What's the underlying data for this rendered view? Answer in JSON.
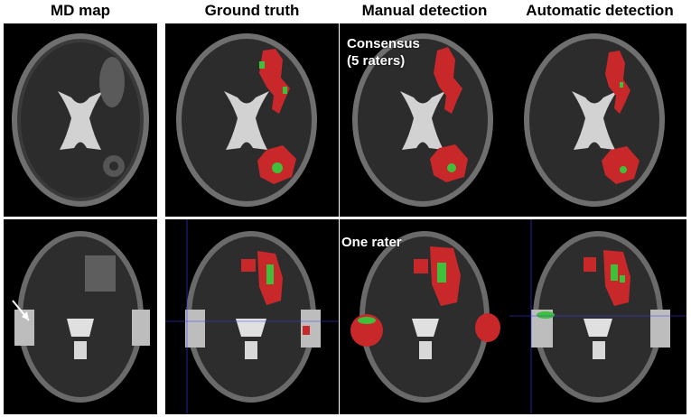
{
  "columns": [
    {
      "title": "MD map"
    },
    {
      "title": "Ground truth"
    },
    {
      "title": "Manual detection"
    },
    {
      "title": "Automatic detection"
    }
  ],
  "rows": [
    {
      "overlay_label_line1": "Consensus",
      "overlay_label_line2": "(5 raters)"
    },
    {
      "overlay_label_line1": "One rater"
    }
  ],
  "colors": {
    "lesion_red": "#c8282a",
    "lesion_green": "#3fbf3a",
    "crosshair": "#3c3cff",
    "background": "#000000"
  }
}
